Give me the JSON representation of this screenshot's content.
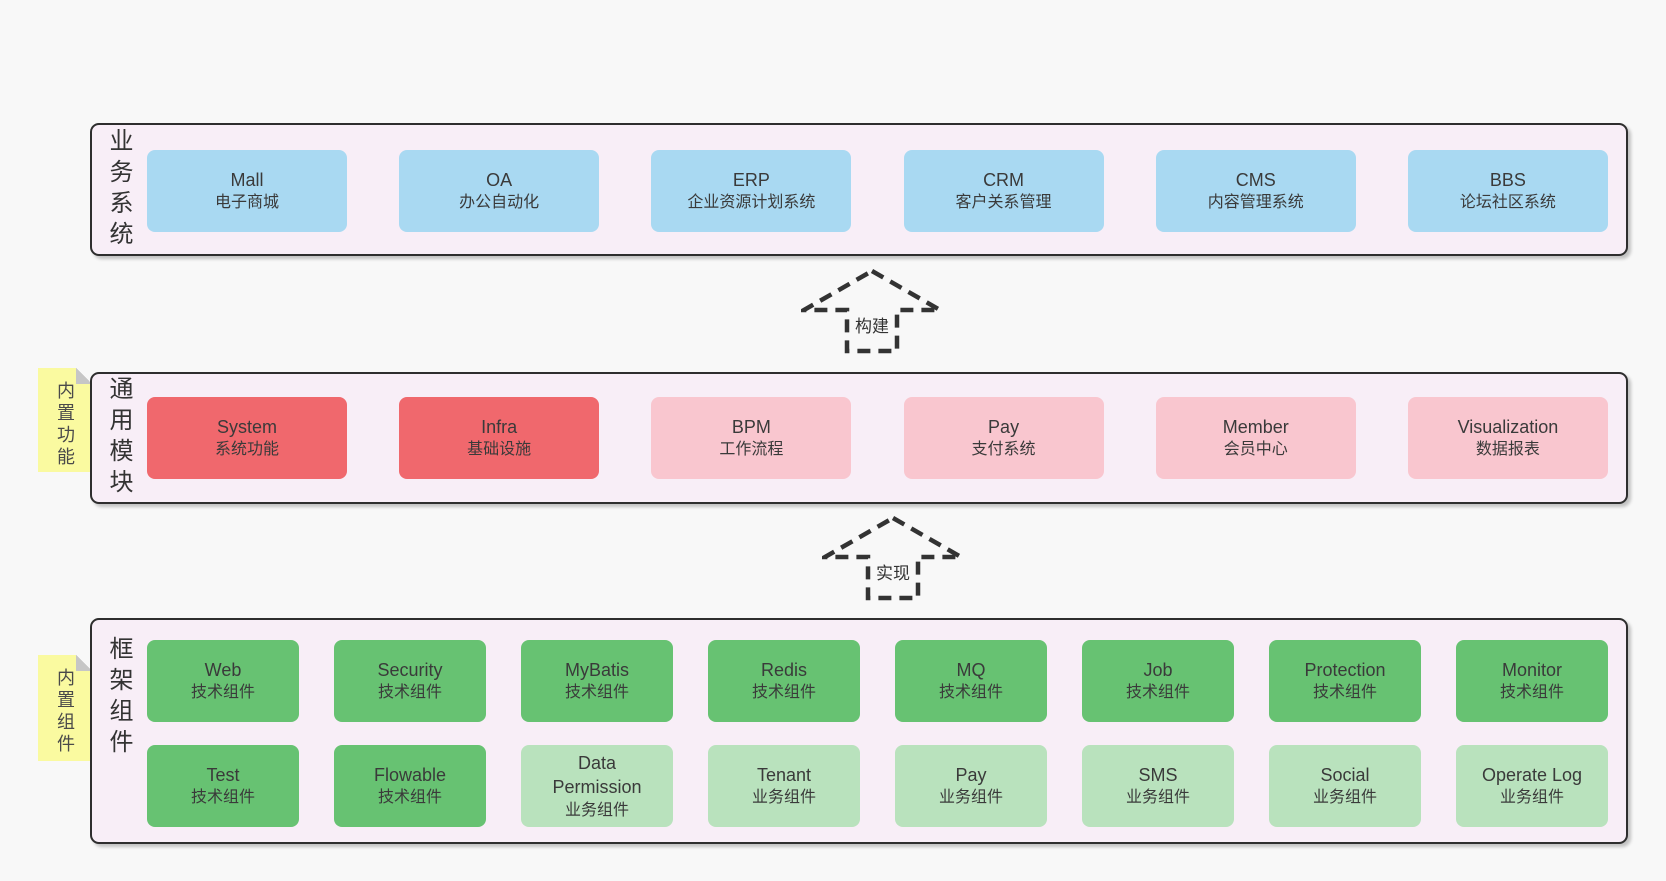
{
  "colors": {
    "page_bg": "#f8f8f8",
    "band_bg": "#f8eef7",
    "band_border": "#2e2e2e",
    "blue_box": "#a9d9f2",
    "red_box": "#f0686d",
    "pink_box": "#f9c6cf",
    "green_box": "#67c272",
    "light_green_box": "#b9e2bd",
    "sticky_yellow": "#fafaa0",
    "sticky_fold_gray": "#c6c6c6",
    "text": "#3a3a3a"
  },
  "bands": [
    {
      "label": "业务系统",
      "boxes": [
        {
          "en": "Mall",
          "zh": "电子商城"
        },
        {
          "en": "OA",
          "zh": "办公自动化"
        },
        {
          "en": "ERP",
          "zh": "企业资源计划系统"
        },
        {
          "en": "CRM",
          "zh": "客户关系管理"
        },
        {
          "en": "CMS",
          "zh": "内容管理系统"
        },
        {
          "en": "BBS",
          "zh": "论坛社区系统"
        }
      ]
    },
    {
      "label": "通用模块",
      "sticky": "内置功能",
      "boxes": [
        {
          "en": "System",
          "zh": "系统功能"
        },
        {
          "en": "Infra",
          "zh": "基础设施"
        },
        {
          "en": "BPM",
          "zh": "工作流程"
        },
        {
          "en": "Pay",
          "zh": "支付系统"
        },
        {
          "en": "Member",
          "zh": "会员中心"
        },
        {
          "en": "Visualization",
          "zh": "数据报表"
        }
      ]
    },
    {
      "label": "框架组件",
      "sticky": "内置组件",
      "rows": [
        [
          {
            "en": "Web",
            "zh": "技术组件"
          },
          {
            "en": "Security",
            "zh": "技术组件"
          },
          {
            "en": "MyBatis",
            "zh": "技术组件"
          },
          {
            "en": "Redis",
            "zh": "技术组件"
          },
          {
            "en": "MQ",
            "zh": "技术组件"
          },
          {
            "en": "Job",
            "zh": "技术组件"
          },
          {
            "en": "Protection",
            "zh": "技术组件"
          },
          {
            "en": "Monitor",
            "zh": "技术组件"
          }
        ],
        [
          {
            "en": "Test",
            "zh": "技术组件"
          },
          {
            "en": "Flowable",
            "zh": "技术组件"
          },
          {
            "en": "Data Permission",
            "zh": "业务组件"
          },
          {
            "en": "Tenant",
            "zh": "业务组件"
          },
          {
            "en": "Pay",
            "zh": "业务组件"
          },
          {
            "en": "SMS",
            "zh": "业务组件"
          },
          {
            "en": "Social",
            "zh": "业务组件"
          },
          {
            "en": "Operate Log",
            "zh": "业务组件"
          }
        ]
      ]
    }
  ],
  "arrows": [
    {
      "label": "构建"
    },
    {
      "label": "实现"
    }
  ]
}
